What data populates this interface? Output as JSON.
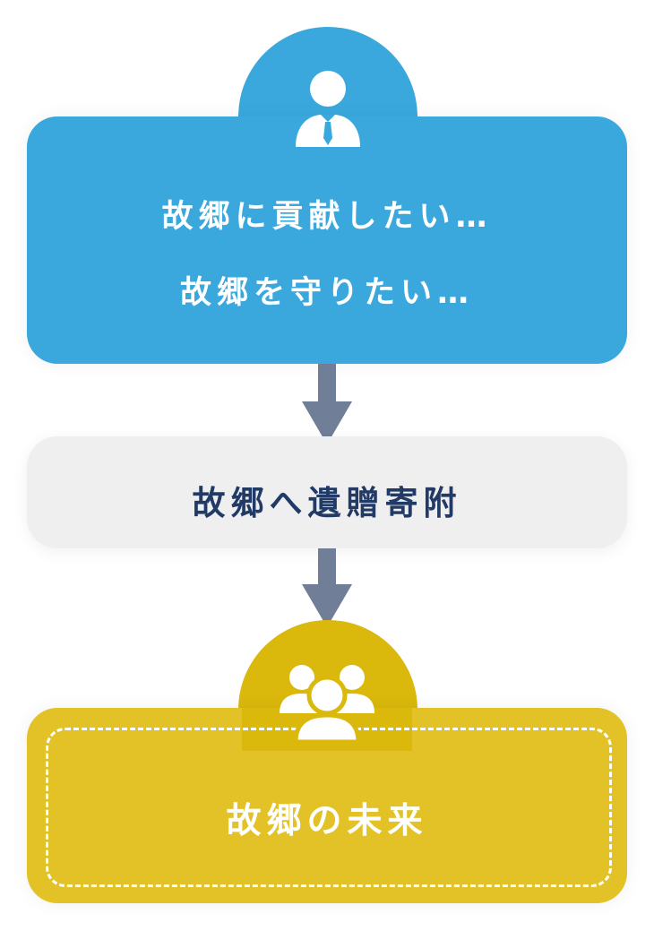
{
  "diagram": {
    "top_box": {
      "line1": "故郷に貢献したい…",
      "line2": "故郷を守りたい…",
      "icon": "businessperson-icon",
      "color": "#3aa8dd"
    },
    "middle_box": {
      "label": "故郷へ遺贈寄附",
      "color": "#efeff0",
      "text_color": "#213a66"
    },
    "bottom_box": {
      "label": "故郷の未来",
      "icon": "group-icon",
      "color": "#e2c226"
    },
    "arrow_color": "#717e98"
  }
}
